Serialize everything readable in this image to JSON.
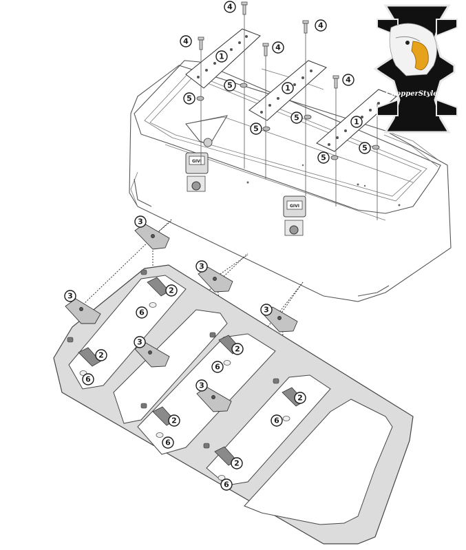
{
  "logo": {
    "text": "ChopperStyle.sk",
    "colors": {
      "cross": "#111111",
      "border": "#e8e8e8",
      "beak": "#e6a21a"
    }
  },
  "parts": {
    "plate": "1",
    "clamp": "2",
    "bracket": "3",
    "screw": "4",
    "washer": "5",
    "nut": "6"
  },
  "box_labels": {
    "left": "GIVI",
    "right": "GIVI"
  },
  "colors": {
    "line": "#555555",
    "metal": "#b8b8b8",
    "frame": "#dadada",
    "dark_part": "#8a8a8a"
  }
}
